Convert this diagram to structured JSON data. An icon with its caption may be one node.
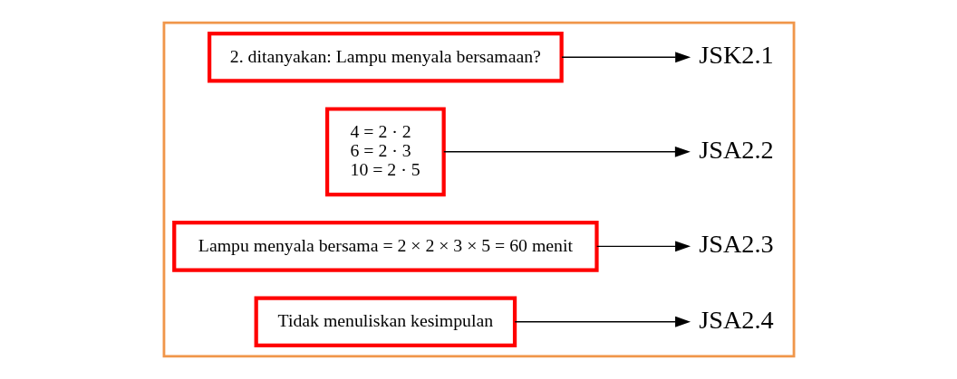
{
  "diagram": {
    "nodes": [
      {
        "text": [],
        "shape": "box"
      },
      {
        "text": [
          "2. ditanyakan: Lampu menyala bersamaan?"
        ],
        "in": 0
      },
      {
        "text": [
          "JSK2.1"
        ],
        "in": 0
      },
      {
        "text": [
          "4 = 2 · 2",
          "6 = 2 · 3",
          "10 = 2 · 5"
        ],
        "in": 0
      },
      {
        "text": [
          "JSA2.2"
        ],
        "in": 0
      },
      {
        "text": [
          "Lampu menyala bersama = 2 × 2 × 3 × 5 = 60 menit"
        ],
        "in": 0
      },
      {
        "text": [
          "JSA2.3"
        ],
        "in": 0
      },
      {
        "text": [
          "Tidak menuliskan kesimpulan"
        ],
        "in": 0
      },
      {
        "text": [
          "JSA2.4"
        ],
        "in": 0
      }
    ],
    "edges": [
      {
        "from": 1,
        "to": 2,
        "arrow": "to"
      },
      {
        "from": 3,
        "to": 4,
        "arrow": "to"
      },
      {
        "from": 5,
        "to": 6,
        "arrow": "to"
      },
      {
        "from": 7,
        "to": 8,
        "arrow": "to"
      }
    ]
  }
}
